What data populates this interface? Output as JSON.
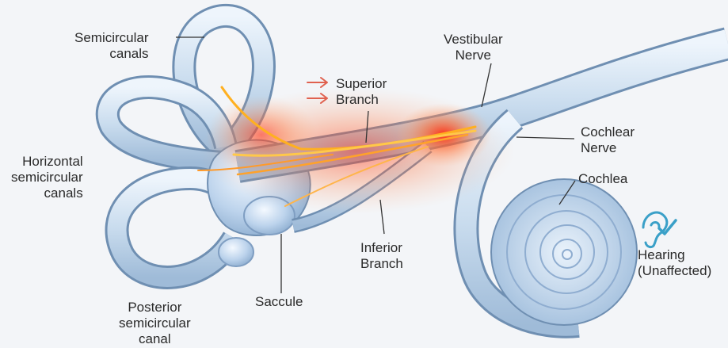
{
  "labels": {
    "semicircular": [
      "Semicircular",
      "canals"
    ],
    "horizontal": [
      "Horizontal",
      "semicircular",
      "canals"
    ],
    "posterior": [
      "Posterior",
      "semicircular",
      "canal"
    ],
    "saccule": [
      "Saccule"
    ],
    "superior": [
      "Superior",
      "Branch"
    ],
    "inferior": [
      "Inferior",
      "Branch"
    ],
    "vestibular": [
      "Vestibular",
      "Nerve"
    ],
    "cochlear_nerve": [
      "Cochlear",
      "Nerve"
    ],
    "cochlea": [
      "Cochlea"
    ],
    "hearing": [
      "Hearing",
      "(Unaffected)"
    ]
  },
  "icons": {
    "arrows": "double-right-arrow-icon",
    "ear": "ear-icon",
    "check": "checkmark-icon"
  },
  "colors": {
    "structure_fill": "#cfdff0",
    "structure_outline": "#6f8fb2",
    "inflammation": "#ff3b1f",
    "nerve_glow": "#ffb020",
    "arrow": "#e0614f",
    "hearing_icon": "#3aa0c8"
  }
}
